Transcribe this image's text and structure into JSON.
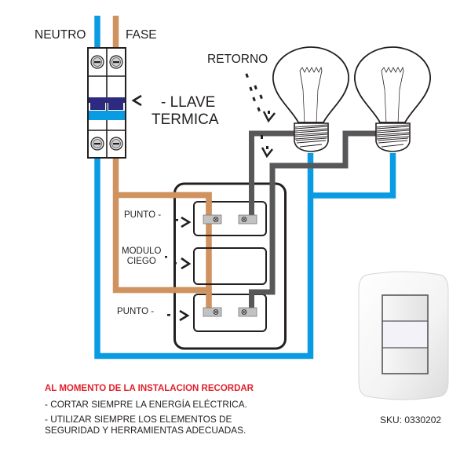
{
  "labels": {
    "neutro": "NEUTRO",
    "fase": "FASE",
    "retorno": "RETORNO",
    "llave": "- LLAVE",
    "termica": "TERMICA",
    "punto_top": "PUNTO -",
    "modulo_line1": "MODULO",
    "modulo_line2": "CIEGO",
    "punto_bottom": "PUNTO -"
  },
  "notice": {
    "title": "AL MOMENTO DE LA INSTALACION RECORDAR",
    "items": [
      "- CORTAR SIEMPRE LA ENERGÍA ELÉCTRICA.",
      "- UTILIZAR SIEMPRE LOS ELEMENTOS DE",
      "SEGURIDAD Y HERRAMIENTAS ADECUADAS."
    ]
  },
  "product": {
    "sku": "SKU: 0330202"
  },
  "colors": {
    "neutral_wire": "#0a9ce2",
    "phase_wire": "#d0925e",
    "return_wire": "#58585a",
    "breaker_lever": "#2d2a7f",
    "breaker_band": "#0a9ce2",
    "warning_text": "#e1202c",
    "outline": "#231f20"
  }
}
